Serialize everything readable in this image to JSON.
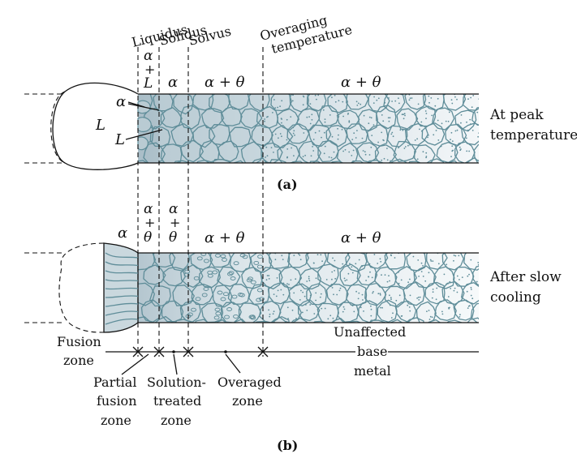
{
  "header_labels": {
    "liquidus": "Liquidus",
    "solidus": "Solidus",
    "solvus": "Solvus",
    "overaging_1": "Overaging",
    "overaging_2": "temperature"
  },
  "panel_a": {
    "caption": "(a)",
    "side_label_1": "At peak",
    "side_label_2": "temperature",
    "phase_alpha_L_1": "α",
    "phase_alpha_L_2": "+",
    "phase_alpha_L_3": "L",
    "phase_alpha": "α",
    "phase_alpha_theta_1": "α + θ",
    "phase_alpha_theta_2": "α + θ",
    "pool_alpha": "α",
    "pool_L_left": "L",
    "pool_L_right": "L"
  },
  "panel_b": {
    "caption": "(b)",
    "side_label_1": "After slow",
    "side_label_2": "cooling",
    "fusion_alpha": "α",
    "col1_1": "α",
    "col1_2": "+",
    "col1_3": "θ",
    "col2_1": "α",
    "col2_2": "+",
    "col2_3": "θ",
    "phase_alpha_theta_1": "α + θ",
    "phase_alpha_theta_2": "α + θ"
  },
  "zones": {
    "fusion_1": "Fusion",
    "fusion_2": "zone",
    "partial_1": "Partial",
    "partial_2": "fusion",
    "partial_3": "zone",
    "solution_1": "Solution-",
    "solution_2": "treated",
    "solution_3": "zone",
    "overaged_1": "Overaged",
    "overaged_2": "zone",
    "unaffected_1": "Unaffected",
    "unaffected_2": "base",
    "unaffected_3": "metal"
  },
  "colors": {
    "grain_stroke": "#5f8d99",
    "shade_dark": "#b9c9d1",
    "shade_light": "#dde7ec",
    "ink": "#111111"
  }
}
